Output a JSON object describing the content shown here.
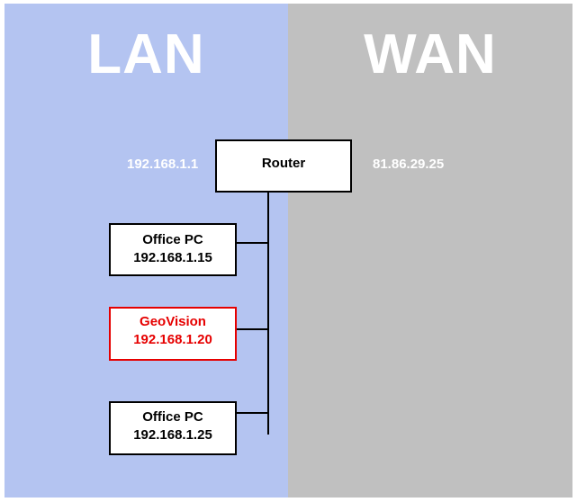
{
  "zones": {
    "lan": {
      "label": "LAN",
      "color": "#b4c4f1"
    },
    "wan": {
      "label": "WAN",
      "color": "#c0c0c0"
    }
  },
  "router": {
    "label": "Router",
    "lan_ip": "192.168.1.1",
    "wan_ip": "81.86.29.25"
  },
  "devices": [
    {
      "name": "Office PC",
      "ip": "192.168.1.15",
      "highlight": false
    },
    {
      "name": "GeoVision",
      "ip": "192.168.1.20",
      "highlight": true,
      "highlight_color": "#e60000"
    },
    {
      "name": "Office PC",
      "ip": "192.168.1.25",
      "highlight": false
    }
  ]
}
